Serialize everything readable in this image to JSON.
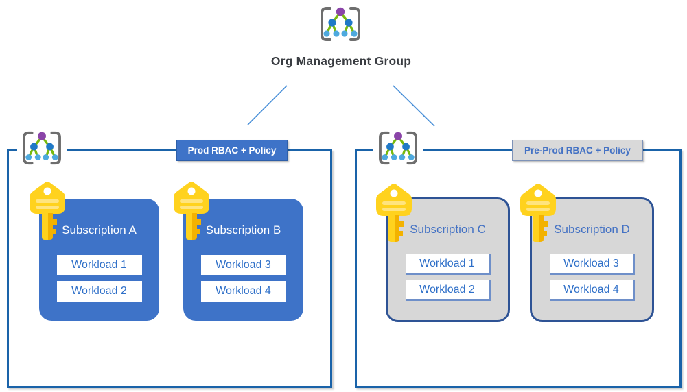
{
  "diagram": {
    "root": {
      "label": "Org Management Group",
      "icon": "management-group-icon"
    },
    "groups": [
      {
        "name": "prod",
        "badge": "Prod RBAC + Policy",
        "icon": "management-group-icon",
        "subscriptions": [
          {
            "name": "Subscription A",
            "icon": "key-icon",
            "workloads": [
              "Workload 1",
              "Workload 2"
            ]
          },
          {
            "name": "Subscription B",
            "icon": "key-icon",
            "workloads": [
              "Workload 3",
              "Workload 4"
            ]
          }
        ]
      },
      {
        "name": "pre-prod",
        "badge": "Pre-Prod RBAC + Policy",
        "icon": "management-group-icon",
        "subscriptions": [
          {
            "name": "Subscription C",
            "icon": "key-icon",
            "workloads": [
              "Workload 1",
              "Workload 2"
            ]
          },
          {
            "name": "Subscription D",
            "icon": "key-icon",
            "workloads": [
              "Workload 3",
              "Workload 4"
            ]
          }
        ]
      }
    ],
    "colors": {
      "prod_card_fill": "#3e73c8",
      "prod_badge_fill": "#3e73c8",
      "preprod_card_fill": "#d7d7d7",
      "preprod_card_border": "#2e5395",
      "preprod_badge_fill": "#d9d9d9",
      "group_border_blue": "#1a63a9",
      "workload_text_blue": "#2e6fc8",
      "badge_text_blue": "#4472c4",
      "connector_blue": "#4a90d8",
      "key_gold": "#ffd21e",
      "title_text": "#3a3d42"
    }
  }
}
